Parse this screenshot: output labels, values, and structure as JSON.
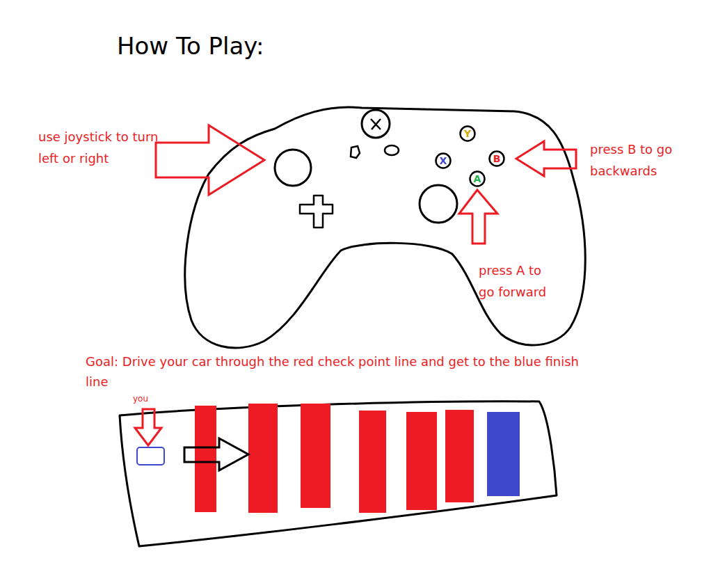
{
  "diagram": {
    "title": "How To Play:",
    "nodes": [
      {
        "text": [
          "Y"
        ]
      },
      {
        "text": [
          "X"
        ]
      },
      {
        "text": [
          "B"
        ]
      },
      {
        "text": [
          "A"
        ]
      }
    ],
    "labels": [
      "use joystick to turn left or right",
      "press B to go backwards",
      "press A to go forward",
      "Goal: Drive your car through the red check point line and get to the blue finish line",
      "you"
    ]
  }
}
